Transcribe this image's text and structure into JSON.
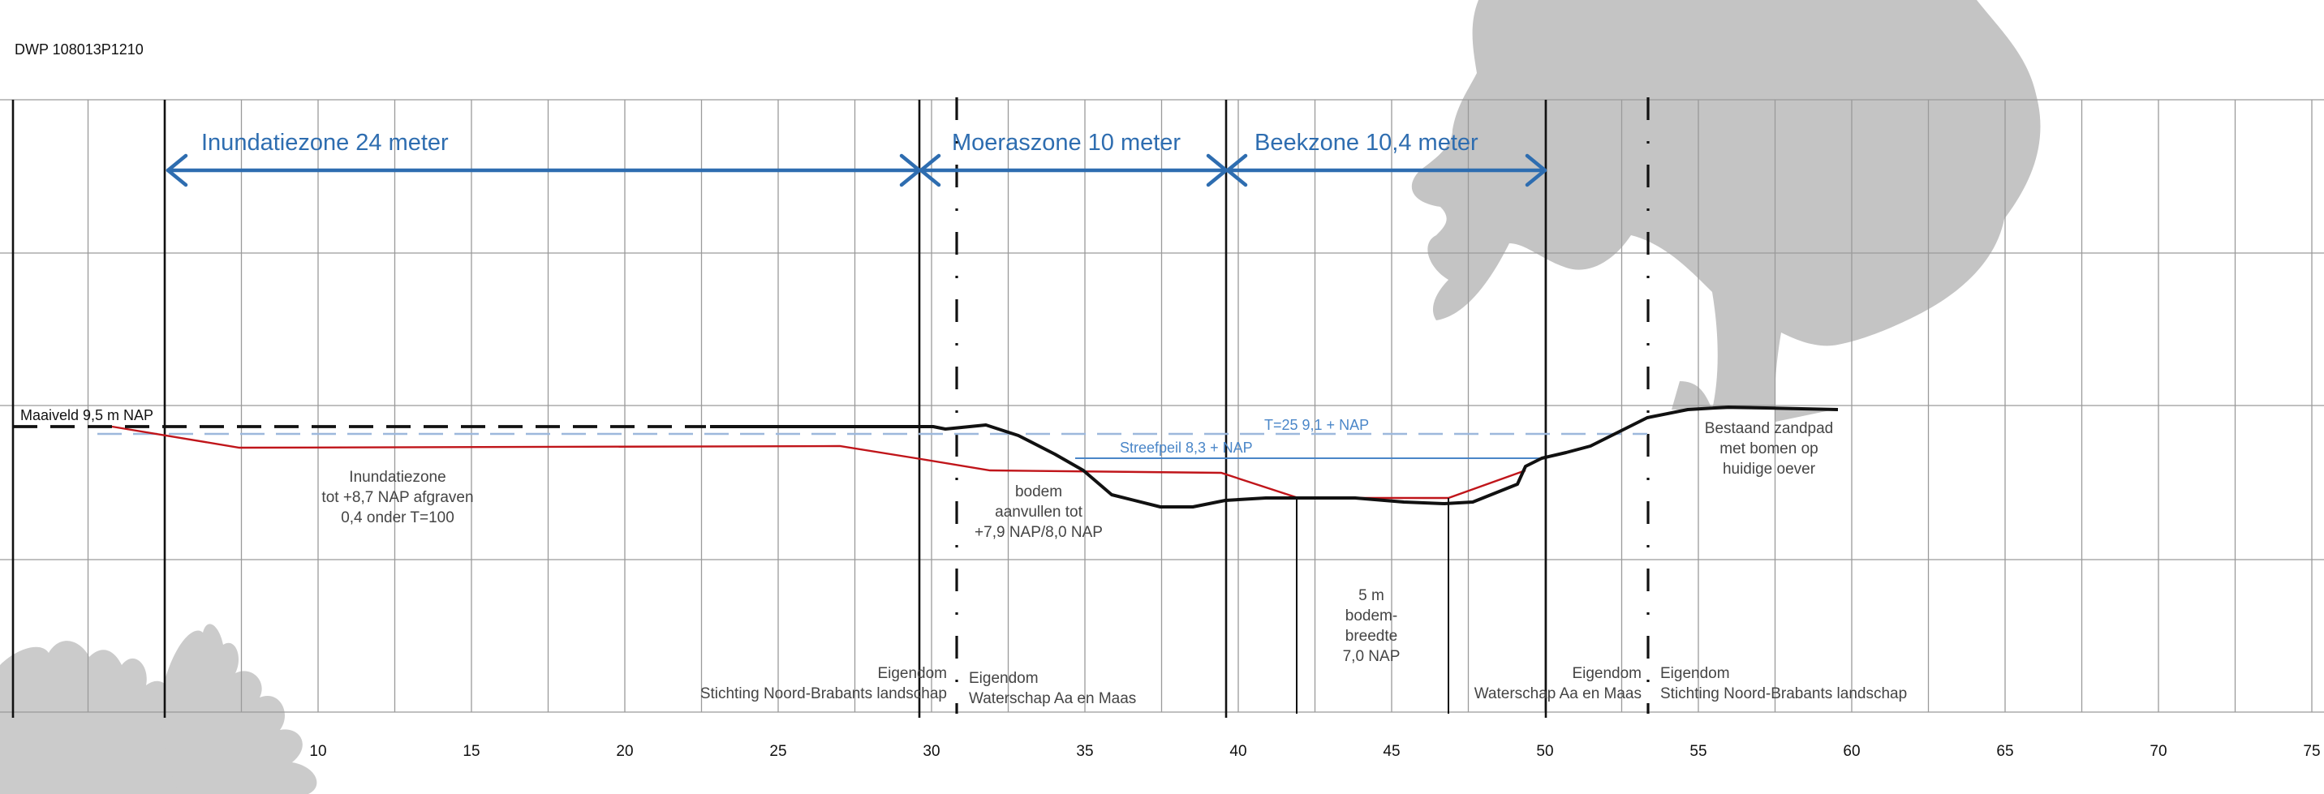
{
  "drawing": {
    "id": "DWP 108013P1210"
  },
  "zones": [
    {
      "label": "Inundatiezone 24 meter"
    },
    {
      "label": "Moeraszone  10 meter"
    },
    {
      "label": "Beekzone  10,4 meter"
    }
  ],
  "levels": {
    "maaiveld": "Maaiveld 9,5 m NAP",
    "t25": "T=25 9,1 + NAP",
    "streefpeil": "Streefpeil 8,3 + NAP"
  },
  "annotations": {
    "inundatie": [
      "Inundatiezone",
      "tot +8,7 NAP afgraven",
      "0,4 onder T=100"
    ],
    "bodem": [
      "bodem",
      "aanvullen tot",
      "+7,9 NAP/8,0 NAP"
    ],
    "breedte": [
      "5 m",
      "bodem-",
      "breedte",
      "7,0 NAP"
    ],
    "zandpad": [
      "Bestaand zandpad",
      "met bomen op",
      "huidige oever"
    ]
  },
  "ownership": {
    "left_1": [
      "Eigendom",
      "Stichting Noord-Brabants landschap"
    ],
    "left_2": [
      "Eigendom",
      "Waterschap Aa en Maas"
    ],
    "right_1": [
      "Eigendom",
      "Waterschap Aa en Maas"
    ],
    "right_2": [
      "Eigendom",
      "Stichting Noord-Brabants landschap"
    ]
  },
  "axis": {
    "ticks": [
      "10",
      "15",
      "20",
      "25",
      "30",
      "35",
      "40",
      "45",
      "50",
      "55",
      "60",
      "65",
      "70",
      "75"
    ]
  },
  "colors": {
    "zone_blue": "#2e6db0",
    "level_blue": "#4a86c8",
    "design_profile": "#c0151a",
    "existing_profile": "#000000",
    "grid": "#9a9a9a",
    "tree": "#c4c4c4"
  }
}
